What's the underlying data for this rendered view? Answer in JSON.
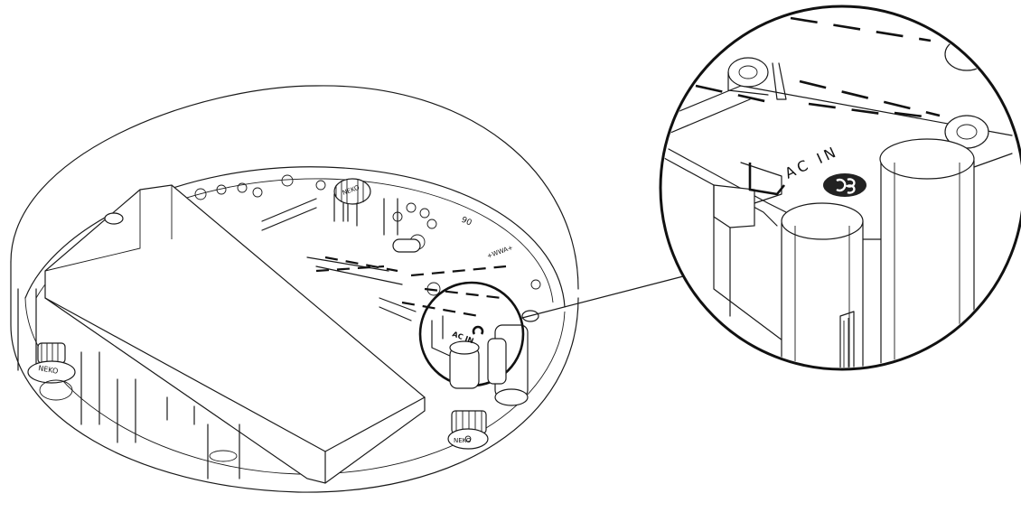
{
  "figure": {
    "port_label_small": "AC IN",
    "port_label_large": "AC IN",
    "knob_text": "NEKO",
    "detail_text_main": "90",
    "detail_text_side": "+WWA+"
  }
}
